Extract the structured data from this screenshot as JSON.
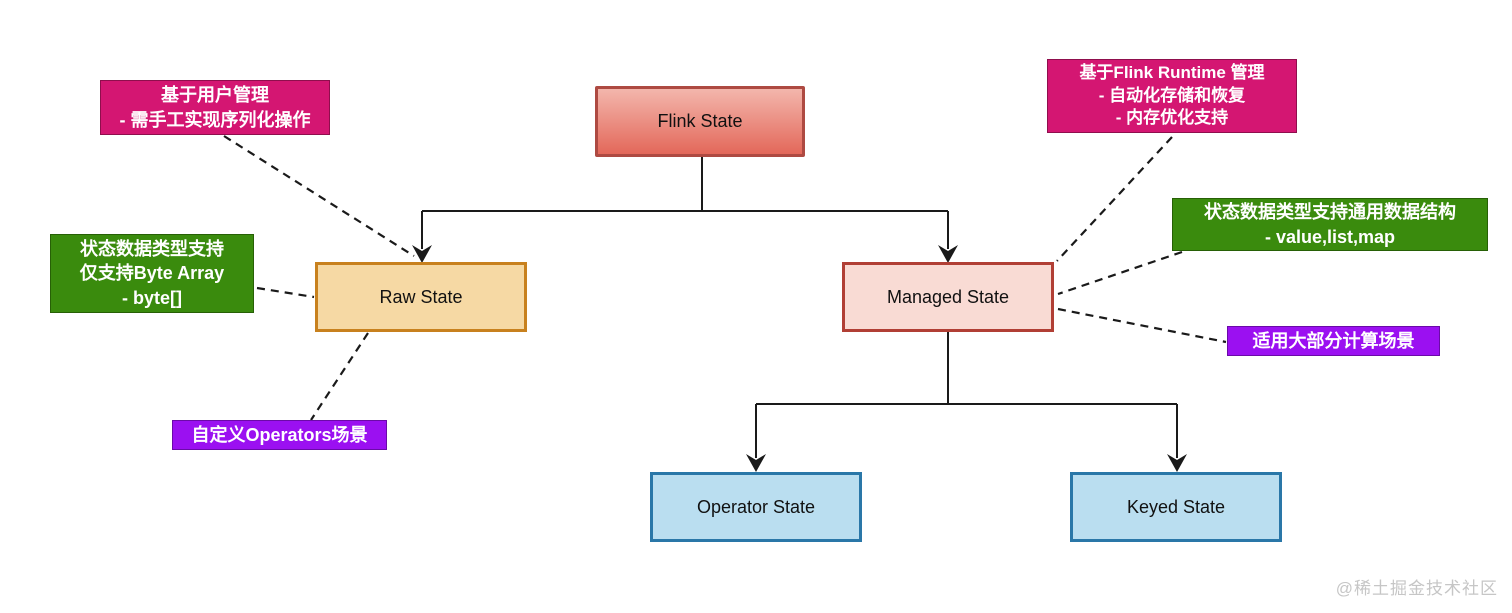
{
  "nodes": {
    "flink_state": "Flink State",
    "raw_state": "Raw State",
    "managed_state": "Managed State",
    "operator_state": "Operator State",
    "keyed_state": "Keyed State"
  },
  "annotations": {
    "user_managed": {
      "line1": "基于用户管理",
      "line2": "- 需手工实现序列化操作"
    },
    "raw_data_type": {
      "line1": "状态数据类型支持",
      "line2": "仅支持Byte Array",
      "line3": "- byte[]"
    },
    "custom_operators": {
      "line1": "自定义Operators场景"
    },
    "flink_runtime": {
      "line1": "基于Flink Runtime 管理",
      "line2": "- 自动化存储和恢复",
      "line3": "- 内存优化支持"
    },
    "managed_data_type": {
      "line1": "状态数据类型支持通用数据结构",
      "line2": "- value,list,map"
    },
    "compute_scenarios": {
      "line1": "适用大部分计算场景"
    }
  },
  "watermark": "@稀土掘金技术社区",
  "colors": {
    "magenta_label": "#d41672",
    "green_label": "#3a8b0d",
    "purple_label": "#9b10f1",
    "flink_state_fill_top": "#f3b6ac",
    "flink_state_fill_bottom": "#e3685a",
    "flink_state_border": "#ae4a42",
    "raw_state_fill": "#f6d9a4",
    "raw_state_border": "#c8811e",
    "managed_state_fill": "#f9dbd4",
    "managed_state_border": "#b13f35",
    "blue_state_fill": "#badef0",
    "blue_state_border": "#2a77a8",
    "connector": "#1a1a1a",
    "watermark": "#c6c6c6"
  }
}
